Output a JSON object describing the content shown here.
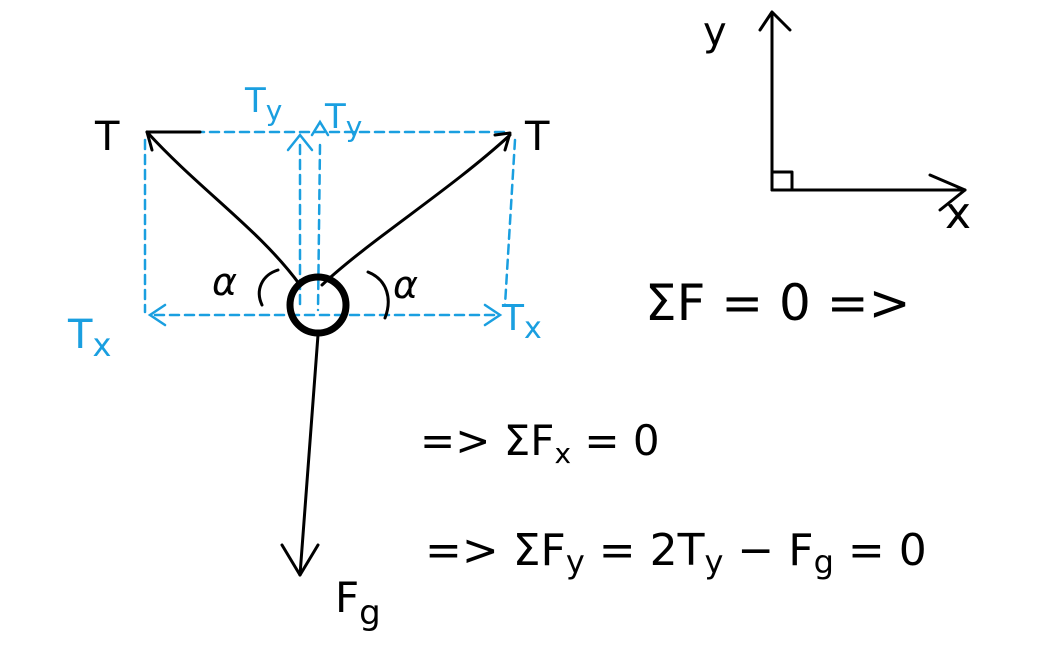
{
  "colors": {
    "ink": "#000000",
    "components": "#1a9fe0",
    "background": "#ffffff"
  },
  "labels": {
    "tension_left": "T",
    "tension_right": "T",
    "ty_left": {
      "main": "T",
      "sub": "y"
    },
    "ty_right": {
      "main": "T",
      "sub": "y"
    },
    "tx_left": {
      "main": "T",
      "sub": "x"
    },
    "tx_right": {
      "main": "T",
      "sub": "x"
    },
    "alpha_left": "α",
    "alpha_right": "α",
    "gravity": {
      "main": "F",
      "sub": "g"
    },
    "axis_y": "y",
    "axis_x": "x"
  },
  "equations": {
    "eq1": "ΣF = 0 =>",
    "eq2": {
      "prefix": "=> ΣF",
      "sub": "x",
      "rest": " = 0"
    },
    "eq3": {
      "prefix": "=> ΣF",
      "sub": "y",
      "mid": " = 2T",
      "sub2": "y",
      "rest": " − F",
      "sub3": "g",
      "end": " = 0"
    }
  }
}
